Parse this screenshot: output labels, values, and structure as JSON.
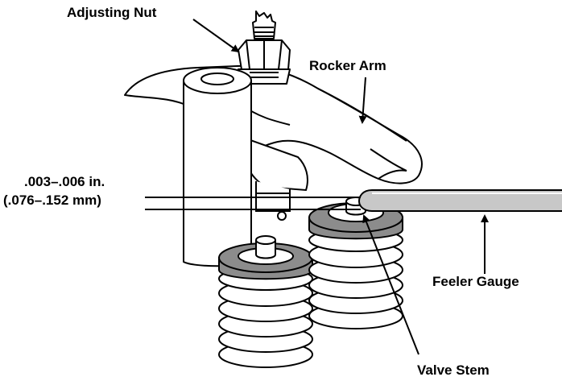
{
  "labels": {
    "adjusting_nut": "Adjusting Nut",
    "rocker_arm": "Rocker Arm",
    "clearance_in": ".003–.006 in.",
    "clearance_mm": "(.076–.152 mm)",
    "feeler_gauge": "Feeler Gauge",
    "valve_stem": "Valve Stem"
  },
  "colors": {
    "line": "#000000",
    "metal_light": "#ffffff",
    "retainer_gray": "#8c8c8c",
    "gauge_gray": "#c8c8c8"
  }
}
